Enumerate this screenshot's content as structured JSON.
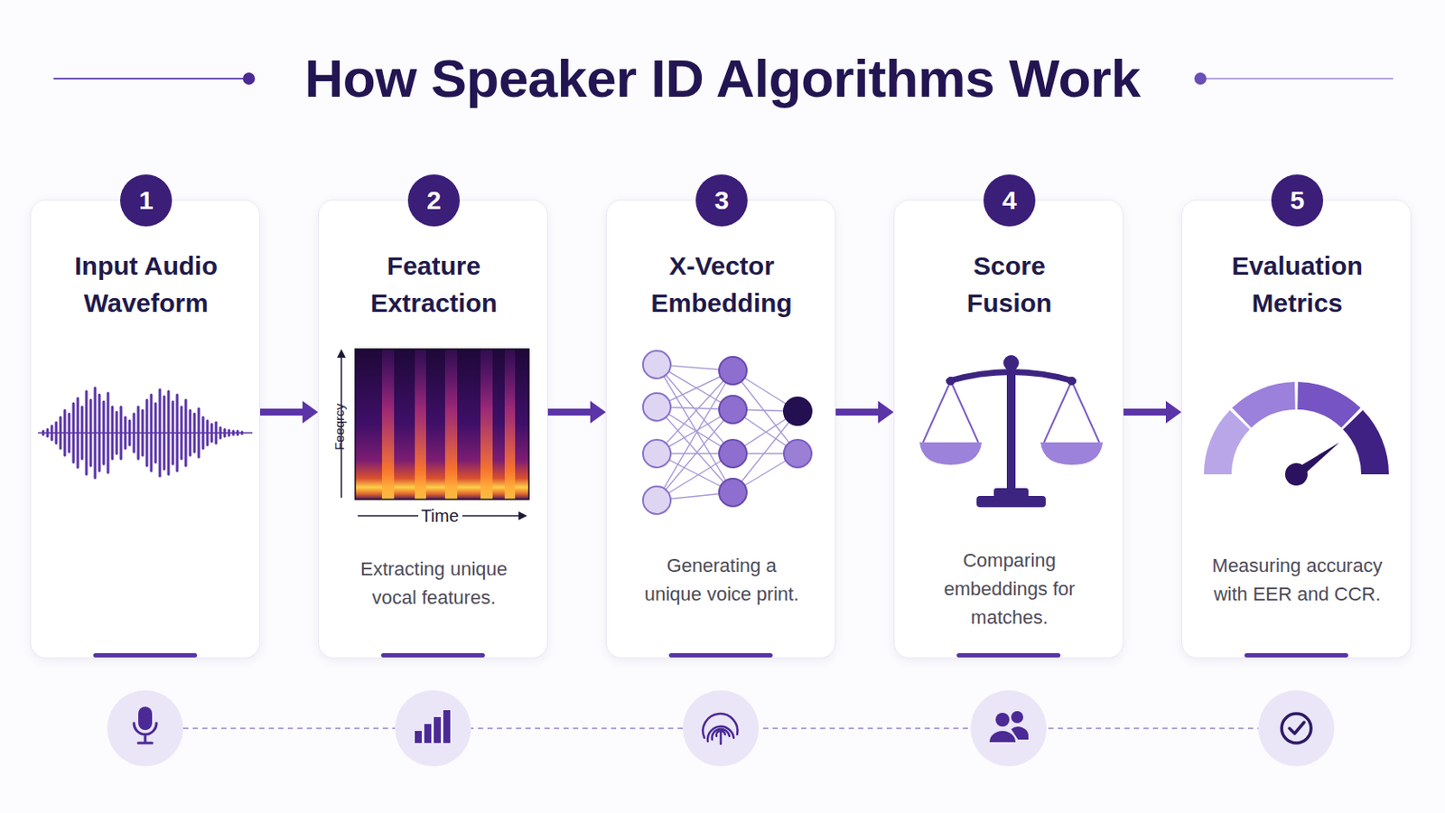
{
  "diagram": {
    "title": "How Speaker ID Algorithms Work",
    "nodes": [
      {
        "text": [
          "Input Audio Waveform"
        ]
      },
      {
        "text": [
          "1"
        ],
        "in": 0
      },
      {
        "text": [
          "Feature Extraction",
          "Extracting unique vocal features."
        ]
      },
      {
        "text": [
          "2"
        ],
        "in": 2
      },
      {
        "text": [
          "X-Vector Embedding",
          "Generating a unique voice print."
        ]
      },
      {
        "text": [
          "3"
        ],
        "in": 4
      },
      {
        "text": [
          "Score Fusion",
          "Comparing embeddings for matches."
        ]
      },
      {
        "text": [
          "4"
        ],
        "in": 6
      },
      {
        "text": [
          "Evaluation Metrics",
          "Measuring accuracy with EER and CCR."
        ]
      },
      {
        "text": [
          "5"
        ],
        "in": 8
      }
    ],
    "edges": [
      {
        "from": 0,
        "to": 2,
        "arrow": "to"
      },
      {
        "from": 2,
        "to": 4,
        "arrow": "to"
      },
      {
        "from": 4,
        "to": 6,
        "arrow": "to"
      },
      {
        "from": 6,
        "to": 8,
        "arrow": "to"
      }
    ],
    "labels": [
      "Feeqrcy",
      "Time"
    ]
  }
}
